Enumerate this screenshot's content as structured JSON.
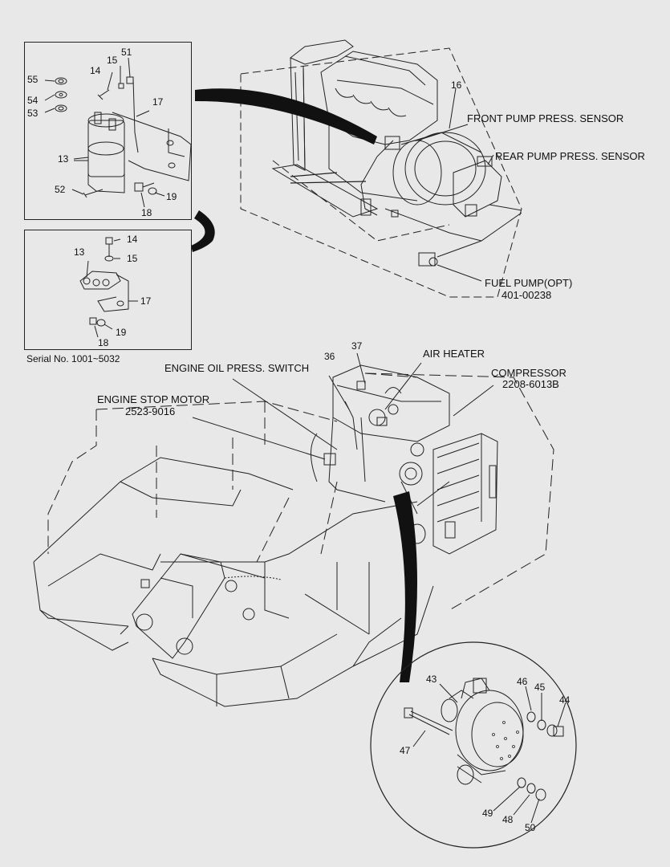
{
  "serial_note": "Serial No. 1001~5032",
  "labels": {
    "front_sensor": "FRONT PUMP PRESS. SENSOR",
    "rear_sensor": "REAR PUMP PRESS. SENSOR",
    "fuel_pump": "FUEL PUMP(OPT)",
    "fuel_pump_pn": "401-00238",
    "air_heater": "AIR HEATER",
    "compressor": "COMPRESSOR",
    "compressor_pn": "2208-6013B",
    "oil_switch": "ENGINE OIL PRESS. SWITCH",
    "stop_motor": "ENGINE STOP MOTOR",
    "stop_motor_pn": "2523-9016"
  },
  "callouts": {
    "box1": [
      "55",
      "54",
      "53",
      "14",
      "15",
      "51",
      "17",
      "13",
      "52",
      "18",
      "19"
    ],
    "box2": [
      "14",
      "15",
      "13",
      "17",
      "19",
      "18"
    ],
    "engine_top": [
      "16"
    ],
    "engine_mid": [
      "36",
      "37"
    ],
    "alternator": [
      "43",
      "46",
      "45",
      "44",
      "47",
      "49",
      "48",
      "50"
    ]
  }
}
